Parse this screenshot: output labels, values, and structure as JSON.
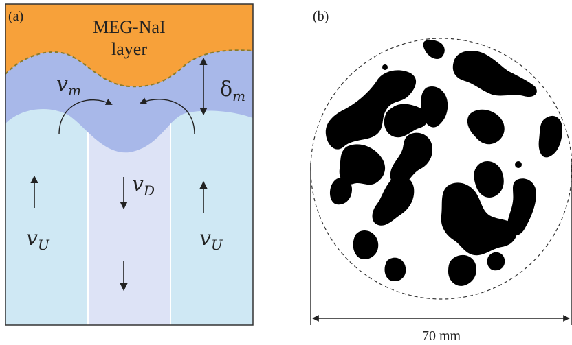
{
  "panel_a": {
    "tag": "(a)",
    "layer_line1": "MEG-NaI",
    "layer_line2": "layer",
    "v_m": {
      "base": "v",
      "sub": "m"
    },
    "delta_m": {
      "base": "δ",
      "sub": "m"
    },
    "v_D": {
      "base": "v",
      "sub": "D"
    },
    "v_U_left": {
      "base": "v",
      "sub": "U"
    },
    "v_U_right": {
      "base": "v",
      "sub": "U"
    },
    "colors": {
      "layer": "#f7a13a",
      "mixing_zone": "#a8b8e9",
      "upflow": "#cfe8f4",
      "downflow": "#dde3f6",
      "interface_dash": "#8a7a2a"
    }
  },
  "panel_b": {
    "tag": "(b)",
    "scale_label": "70 mm"
  }
}
